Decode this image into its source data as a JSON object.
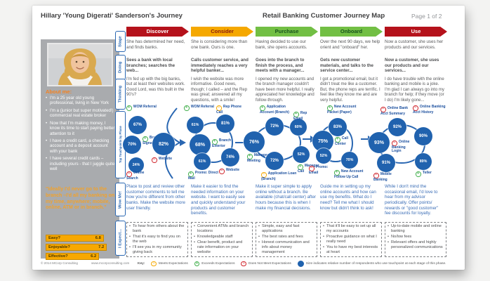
{
  "header": {
    "left_title": "Hillary 'Young Digerati' Sanderson's Journey",
    "center_title": "Retail Banking Customer Journey Map",
    "page_label": "Page 1 of 2"
  },
  "persona": {
    "about_title": "About me:",
    "about_items": [
      "I'm a 25 year old young professional, living in New York",
      "I'm a (junior but super motivated!) commercial real estate broker",
      "Now that I'm making money, I know its time to start paying better attention to it",
      "I have a credit card, a checking account and a deposit account with your bank",
      "I have several credit cards – including yours - that I juggle quite well"
    ],
    "quote": "\"Ideally I'd never go to the branch –I'd all my banking on my time, anywhere; mobile, online, ATM or in branch.\"",
    "ratings": [
      {
        "label": "Easy?",
        "value": "6.8"
      },
      {
        "label": "Enjoyable?",
        "value": "7.2"
      },
      {
        "label": "Effective?",
        "value": "6.2"
      }
    ]
  },
  "row_labels": [
    "Stage",
    "Doing",
    "Thinking",
    "Top Touchpoints by Phase",
    "Wow Me!",
    "I Expect..."
  ],
  "phases": [
    {
      "name": "Discover",
      "color": "#b5121b",
      "text_color": "#ffffff",
      "stage": "She has determined her need, and finds banks.",
      "doing": "Sees a bank with local branches; searches the web...",
      "thinking": "I'm fed up with the big banks, but at least their websites work. Good Lord, was this built in the 90's?",
      "wow": "Place to post and review other customer comments to tell me how you're different from other banks. Make the website more user friendly.",
      "expect": [
        "To hear from others about the bank",
        "That it's easy to find you on the web",
        "I'll see you in my community giving back"
      ],
      "touchpoints": [
        {
          "label": "WOM Referral",
          "value": "67%",
          "rating": "exceeds"
        },
        {
          "label": "Branch Signage",
          "value": "70%",
          "rating": "exceeds"
        },
        {
          "label": "Website",
          "value": "82%",
          "rating": "does_not_meet"
        },
        {
          "label": "Online Search",
          "value": "24%",
          "rating": "does_not_meet"
        }
      ]
    },
    {
      "name": "Consider",
      "color": "#f5a800",
      "text_color": "#8a1a10",
      "stage": "She is considering more than one bank. Ours is one.",
      "doing": "Calls customer service, and immediately reaches a very helpful banker...",
      "thinking": "I wish the website was more informative. Good news, though; I called – and the Rep was great; answered all my questions, with a smile!",
      "wow": "Make it easier to find the needed information on your website. I want to easily see and quickly understand your products and customer benefits.",
      "expect": [
        "Convenient ATMs and branch locations",
        "Knowledgeable staff",
        "Clear benefit, product and rate information on your website"
      ],
      "touchpoints": [
        {
          "label": "WOM Referral",
          "value": "61%",
          "rating": "exceeds"
        },
        {
          "label": "Rep Phone Call",
          "value": "81%",
          "rating": "meets"
        },
        {
          "label": "Branch Exterior",
          "value": "68%",
          "rating": "exceeds"
        },
        {
          "label": "Website",
          "value": "74%",
          "rating": "does_not_meet"
        },
        {
          "label": "Promo: Direct Mail",
          "value": "61%",
          "rating": "exceeds"
        }
      ]
    },
    {
      "name": "Purchase",
      "color": "#72bf44",
      "text_color": "#17521c",
      "stage": "Having decided to use our bank, she opens accounts.",
      "doing": "Goes into the branch to finish the process, and meets with a manager...",
      "thinking": "I opened my new accounts and the branch manager couldn't have been more helpful. I really appreciated her knowledge and follow-through.",
      "wow": "Make it super simple to apply online without a branch. Be available (chat/call center) after hours because this is when I make my financial decisions.",
      "expect": [
        "Simple, easy and fast applications",
        "The best rates and fees",
        "Honest communication and info about money management"
      ],
      "touchpoints": [
        {
          "label": "Application Account (Branch)",
          "value": "72%",
          "rating": "exceeds"
        },
        {
          "label": "Rep Email",
          "value": "60%",
          "rating": "exceeds"
        },
        {
          "label": "Manager Meeting",
          "value": "76%",
          "rating": "exceeds"
        },
        {
          "label": "Manager Call",
          "value": "52%",
          "rating": "exceeds"
        },
        {
          "label": "Application Loan (Branch)",
          "value": "72%",
          "rating": "meets"
        }
      ]
    },
    {
      "name": "Onboard",
      "color": "#72bf44",
      "text_color": "#17521c",
      "stage": "Over the next 90 days, we help orient and \"onboard\" her.",
      "doing": "Gets new customer materials, and talks to the service center...",
      "thinking": "I got a promotional email, but it didn't treat me like a customer. But, the phone reps are terrific. I feel like they know me and are very helpful.",
      "wow": "Guide me in setting up my online accounts and how can use my benefits. What do I need? Tell me what I should know but didn't think to ask!",
      "expect": [
        "That it'll be easy to set up all my accounts",
        "Proactive guidance on what I really need",
        "You to have my best interests at heart"
      ],
      "touchpoints": [
        {
          "label": "New Account Packet (Paper)",
          "value": "83%",
          "rating": "exceeds"
        },
        {
          "label": "Call Center",
          "value": "75%",
          "rating": "exceeds"
        },
        {
          "label": "Promo: Email",
          "value": "52%",
          "rating": "does_not_meet"
        },
        {
          "label": "New Account Follow Up Call",
          "value": "70%",
          "rating": "exceeds"
        }
      ]
    },
    {
      "name": "Use",
      "color": "#b5121b",
      "text_color": "#ffffff",
      "stage": "Now a customer, she uses her products and our services.",
      "doing": "Now a customer, she uses our products and our services...",
      "thinking": "I do have trouble with the online banking and mobile is a joke. I'm glad I can always go into my branch for help; if they move (or I do) I'm likely gone...",
      "wow": "While I don't mind the occasional email, I'd love to hear from my advisor periodically. Offer points/ rewards or \"good customer\" fee discounts for loyalty.",
      "expect": [
        "Up-to-date mobile and online banking",
        "No/low fees",
        "Relevant offers and highly personalized communications"
      ],
      "touchpoints": [
        {
          "label": "Online Bank Acct Summary",
          "value": "92%",
          "rating": "does_not_meet"
        },
        {
          "label": "Online Banking Acct History",
          "value": "90%",
          "rating": "does_not_meet"
        },
        {
          "label": "Online Banking Login",
          "value": "93%",
          "rating": "does_not_meet"
        },
        {
          "label": "Mobile Banking",
          "value": "91%",
          "rating": "does_not_meet"
        },
        {
          "label": "Teller",
          "value": "89%",
          "rating": "exceeds"
        }
      ]
    }
  ],
  "legend": {
    "key_label": "Key:",
    "items": [
      {
        "rating": "meets",
        "label": "Meets Expectations"
      },
      {
        "rating": "exceeds",
        "label": "Exceeds Expectations"
      },
      {
        "rating": "does_not_meet",
        "label": "Does Not Meet Expectations"
      },
      {
        "rating": "size",
        "label": "Size indicates relative number of respondents who use touchpoint at each stage of this phase."
      }
    ]
  },
  "footer": {
    "copyright": "© 2014 MCorp Consulting",
    "website": "www.mcorpconsulting.com"
  },
  "colors": {
    "touchpoint_circle": "#2062ae",
    "connector": "#2a67b2",
    "exceeds": "#3fae49",
    "meets": "#f5a800",
    "does_not_meet": "#cf2027"
  }
}
